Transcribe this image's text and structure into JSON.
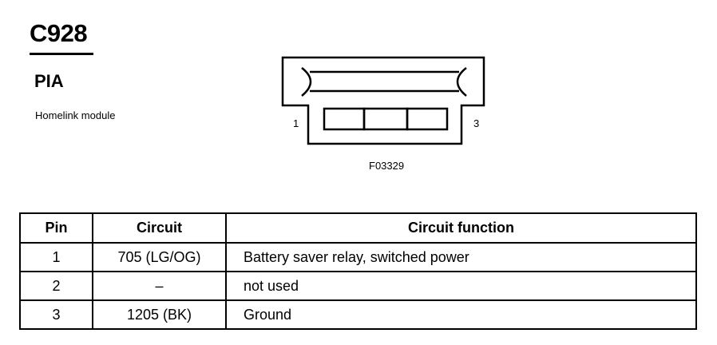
{
  "connector": {
    "id": "C928",
    "code": "PIA",
    "description": "Homelink module"
  },
  "diagram": {
    "pin_left_label": "1",
    "pin_right_label": "3",
    "figure_id": "F03329",
    "cavity_count": 3
  },
  "table": {
    "headers": {
      "pin": "Pin",
      "circuit": "Circuit",
      "function": "Circuit function"
    },
    "rows": [
      {
        "pin": "1",
        "circuit": "705 (LG/OG)",
        "function": "Battery saver relay, switched power"
      },
      {
        "pin": "2",
        "circuit": "–",
        "function": "not used"
      },
      {
        "pin": "3",
        "circuit": "1205 (BK)",
        "function": "Ground"
      }
    ]
  }
}
